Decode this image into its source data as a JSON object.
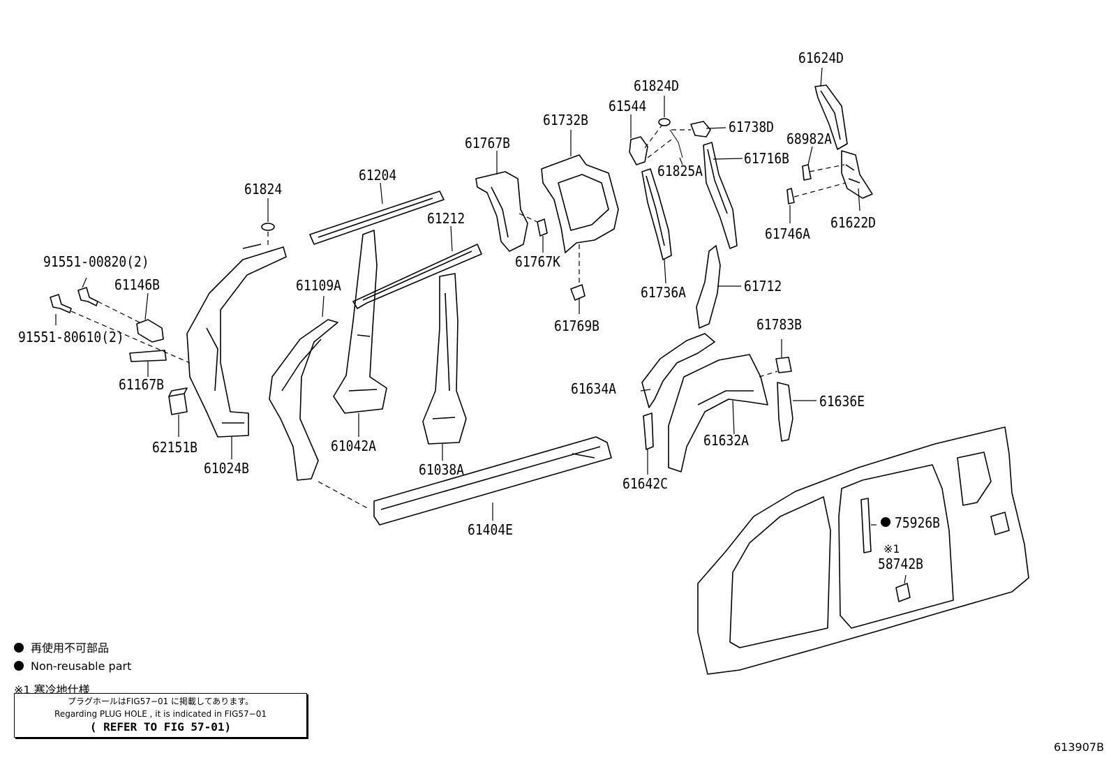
{
  "part_labels": {
    "p61624D": "61624D",
    "p61824D": "61824D",
    "p61544": "61544",
    "p61738D": "61738D",
    "p61732B": "61732B",
    "p68982A": "68982A",
    "p61767B": "61767B",
    "p61716B": "61716B",
    "p61825A": "61825A",
    "p61204": "61204",
    "p61824": "61824",
    "p61212": "61212",
    "p61622D": "61622D",
    "p61746A": "61746A",
    "p61767K": "61767K",
    "p91551_00820": "91551-00820(2)",
    "p61146B": "61146B",
    "p61109A": "61109A",
    "p61736A": "61736A",
    "p61712": "61712",
    "p91551_80610": "91551-80610(2)",
    "p61769B": "61769B",
    "p61783B": "61783B",
    "p61167B": "61167B",
    "p61634A": "61634A",
    "p61636E": "61636E",
    "p61042A": "61042A",
    "p62151B": "62151B",
    "p61632A": "61632A",
    "p61024B": "61024B",
    "p61038A": "61038A",
    "p61642C": "61642C",
    "p75926B": "75926B",
    "p61404E": "61404E",
    "p58742B": "58742B",
    "note_mark": "※1"
  },
  "legend": {
    "jp_non_reusable": "再使用不可部品",
    "en_non_reusable": "Non-reusable part",
    "cold_spec": "※1 寒冷地仕様"
  },
  "notice": {
    "jp": "プラグホールはFIG57−01 に掲載してあります。",
    "en": "Regarding PLUG HOLE , it is indicated in FIG57−01",
    "refer": "( REFER TO FIG 57-01)"
  },
  "figure_id": "613907B",
  "colors": {
    "ink": "#000000",
    "paper": "#ffffff"
  }
}
